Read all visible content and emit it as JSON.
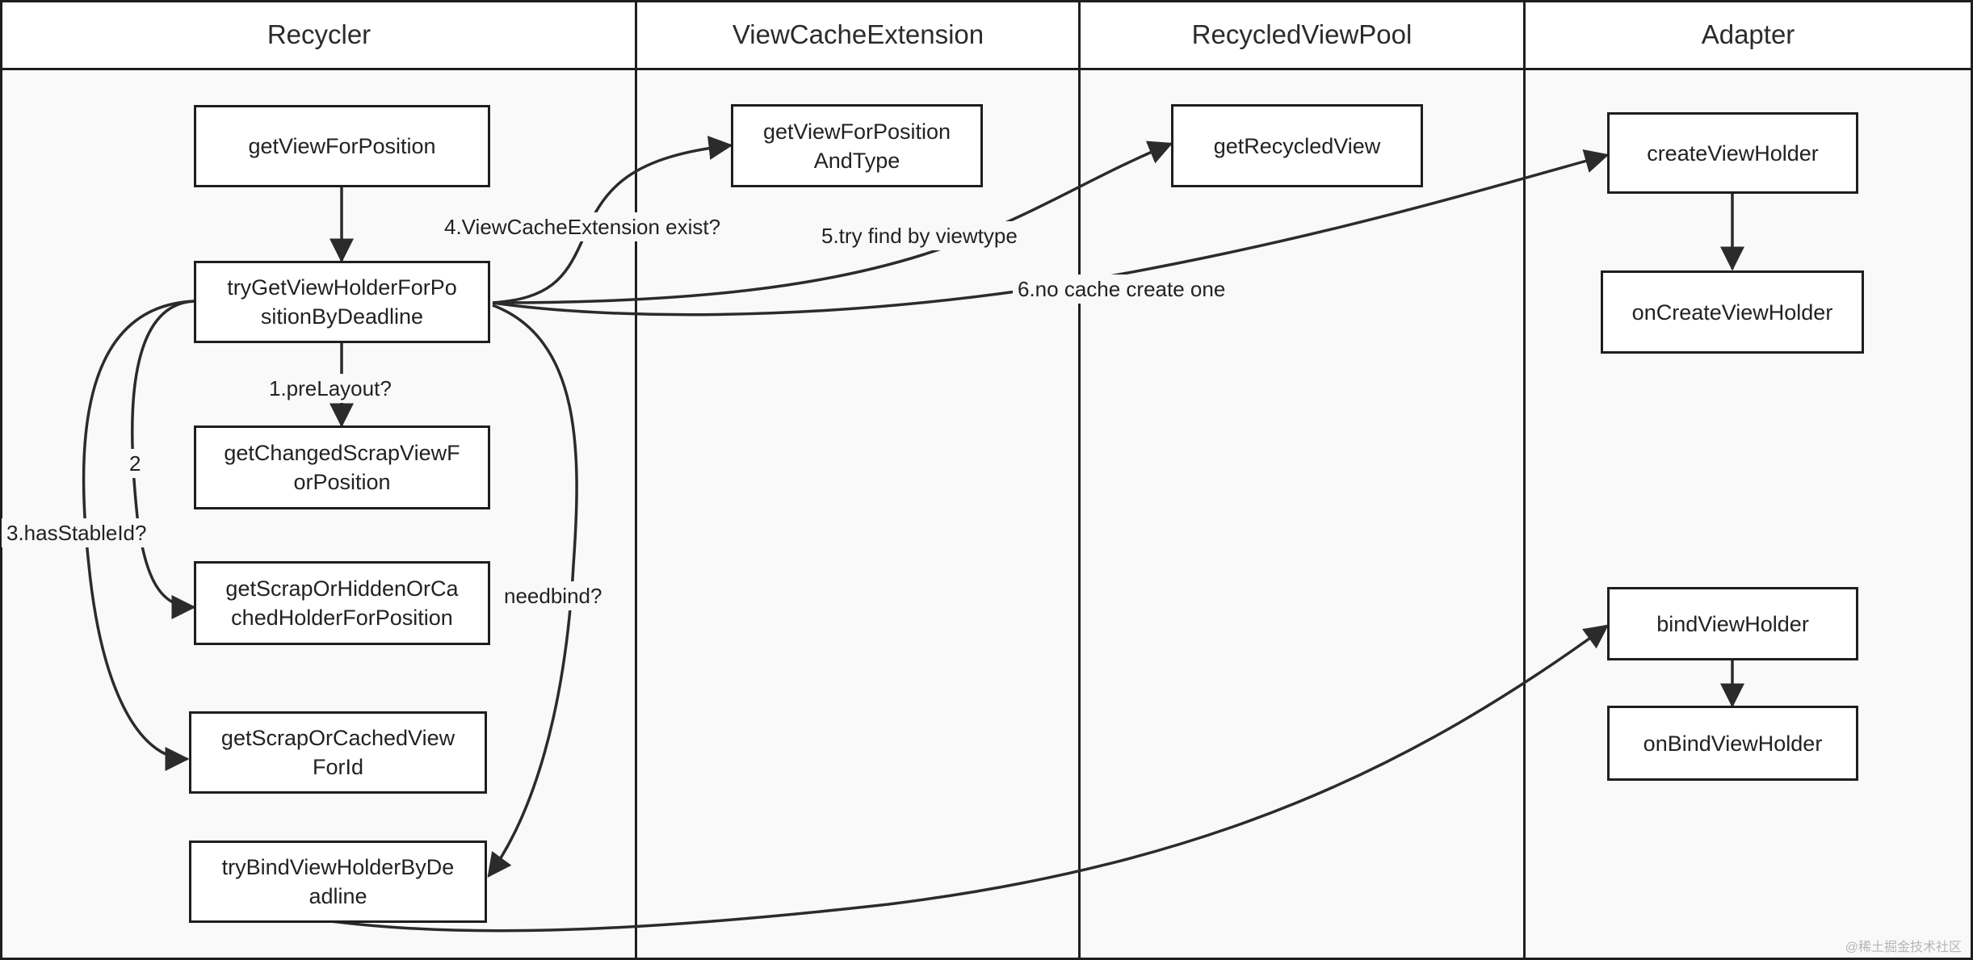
{
  "lanes": [
    "Recycler",
    "ViewCacheExtension",
    "RecycledViewPool",
    "Adapter"
  ],
  "nodes": {
    "getViewForPosition": "getViewForPosition",
    "tryGetViewHolder": "tryGetViewHolderForPo\nsitionByDeadline",
    "getChangedScrap": "getChangedScrapViewF\norPosition",
    "getScrapOrHidden": "getScrapOrHiddenOrCa\nchedHolderForPosition",
    "getScrapOrCachedViewForId": "getScrapOrCachedView\nForId",
    "tryBindViewHolder": "tryBindViewHolderByDe\nadline",
    "getViewForPositionAndType": "getViewForPosition\nAndType",
    "getRecycledView": "getRecycledView",
    "createViewHolder": "createViewHolder",
    "onCreateViewHolder": "onCreateViewHolder",
    "bindViewHolder": "bindViewHolder",
    "onBindViewHolder": "onBindViewHolder"
  },
  "edge_labels": {
    "preLayout": "1.preLayout?",
    "two": "2",
    "hasStableId": "3.hasStableId?",
    "viewCacheExtension": "4.ViewCacheExtension exist?",
    "tryFindByViewtype": "5.try find by viewtype",
    "noCacheCreate": "6.no cache create one",
    "needbind": "needbind?"
  },
  "watermark": "@稀土掘金技术社区"
}
